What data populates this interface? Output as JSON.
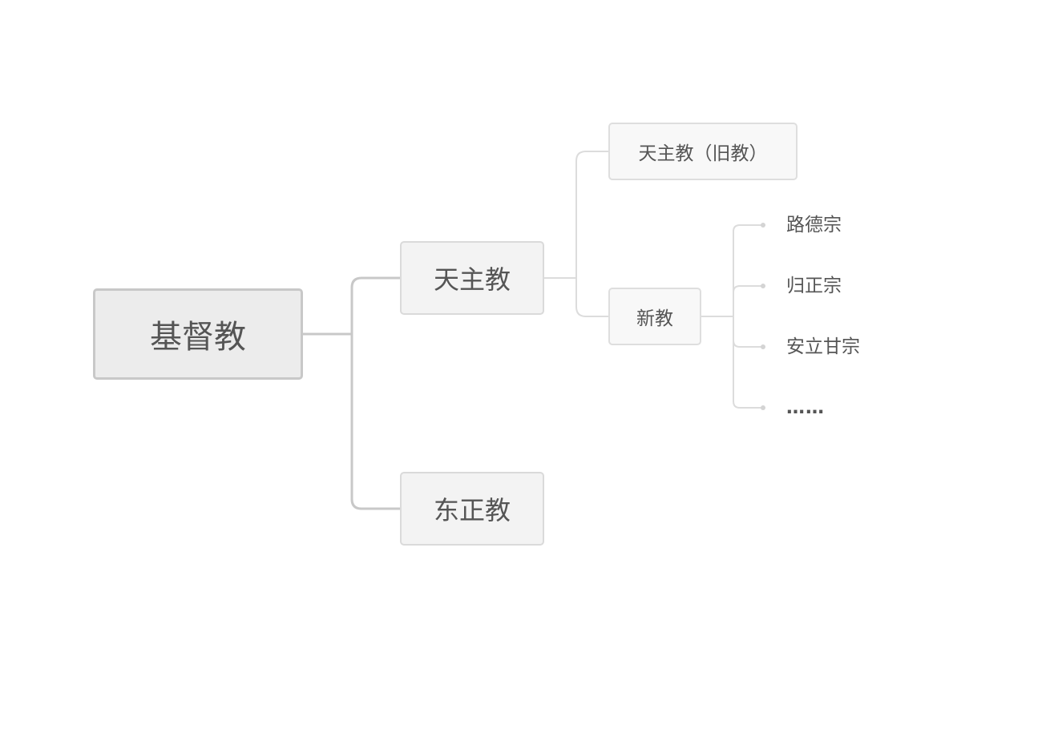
{
  "mindmap": {
    "root": {
      "label": "基督教"
    },
    "branches": [
      {
        "label": "天主教",
        "children": [
          {
            "label": "天主教（旧教）"
          },
          {
            "label": "新教",
            "children": [
              {
                "label": "路德宗"
              },
              {
                "label": "归正宗"
              },
              {
                "label": "安立甘宗"
              },
              {
                "label": "……"
              }
            ]
          }
        ]
      },
      {
        "label": "东正教"
      }
    ]
  },
  "colors": {
    "root_fill": "#ececec",
    "root_border": "#c8c8c8",
    "node_fill": "#f3f3f3",
    "node_border": "#dadada",
    "connector_main": "#c8c8c8",
    "connector_light": "#dcdcdc",
    "text": "#555555"
  }
}
